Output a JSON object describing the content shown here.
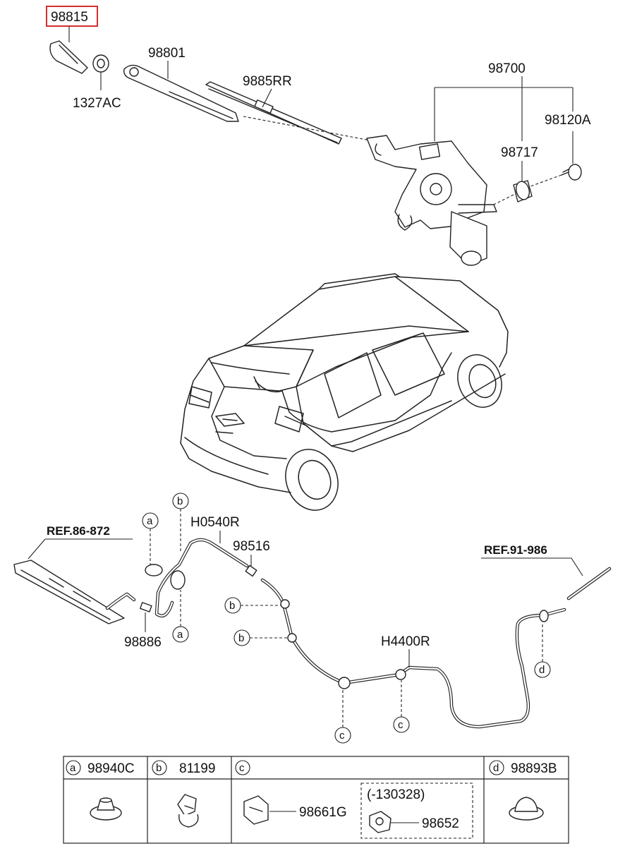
{
  "diagram": {
    "highlighted_part": "98815",
    "callouts": {
      "p98815": "98815",
      "p1327AC": "1327AC",
      "p98801": "98801",
      "p9885RR": "9885RR",
      "p98700": "98700",
      "p98120A": "98120A",
      "p98717": "98717",
      "pH0540R": "H0540R",
      "p98516": "98516",
      "p98886": "98886",
      "pH4400R": "H4400R"
    },
    "refs": {
      "ref1": "REF.86-872",
      "ref2": "REF.91-986"
    },
    "markers": {
      "a": "a",
      "b": "b",
      "c": "c",
      "d": "d"
    },
    "legend": {
      "a_part": "98940C",
      "b_part": "81199",
      "c_part1": "98661G",
      "c_note": "(-130328)",
      "c_part2": "98652",
      "d_part": "98893B"
    },
    "colors": {
      "highlight": "#d32f2f",
      "line": "#222222"
    }
  }
}
